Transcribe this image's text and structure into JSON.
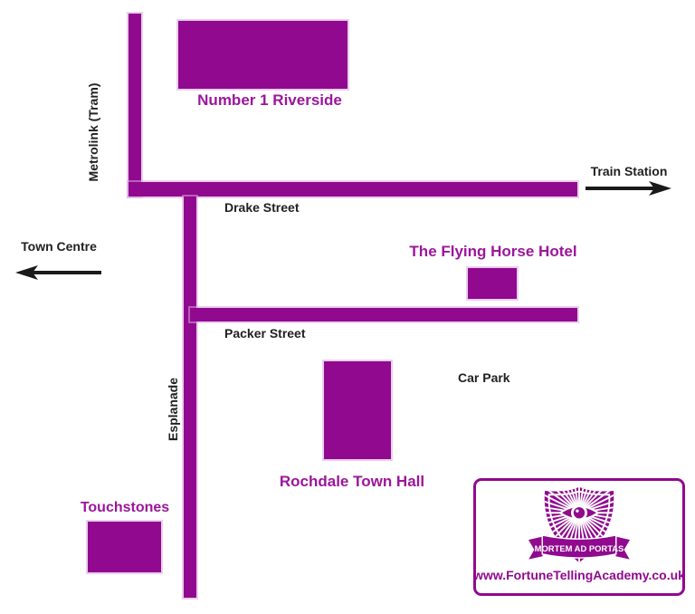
{
  "colors": {
    "map_purple": "#90098F",
    "label_purple": "#9B169B",
    "label_black": "#212121",
    "arrow_black": "#1a1a1a",
    "background": "#ffffff"
  },
  "streets": {
    "metrolink": "Metrolink (Tram)",
    "drake": "Drake Street",
    "packer": "Packer Street",
    "esplanade": "Esplanade"
  },
  "places": {
    "riverside": "Number 1 Riverside",
    "flying_horse": "The Flying Horse Hotel",
    "town_hall": "Rochdale Town Hall",
    "touchstones": "Touchstones",
    "car_park": "Car Park"
  },
  "directions": {
    "train_station": "Train Station",
    "town_centre": "Town Centre"
  },
  "logo": {
    "motto": "MORTEM AD PORTAS",
    "url": "www.FortuneTellingAcademy.co.uk",
    "icon": "eye-sunburst-crest-icon"
  }
}
